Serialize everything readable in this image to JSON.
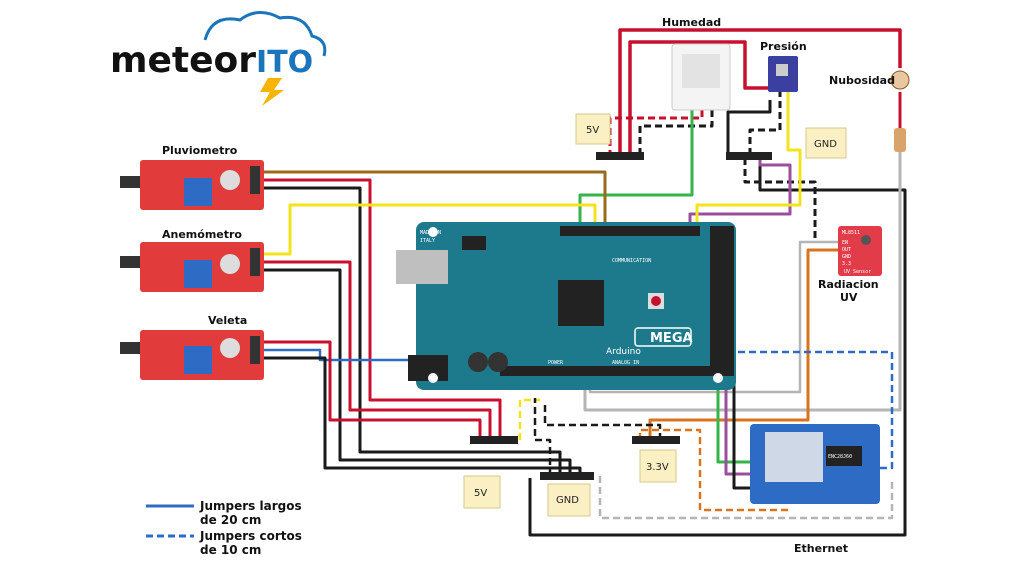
{
  "logo": {
    "text_main": "meteor",
    "text_accent": "ITO",
    "colors": {
      "main": "#111111",
      "accent": "#1b75bc",
      "bolt": "#f7b500"
    }
  },
  "sensors": {
    "pluviometro": "Pluviometro",
    "anemometro": "Anemómetro",
    "veleta": "Veleta",
    "humedad": "Humedad",
    "presion": "Presión",
    "nubosidad": "Nubosidad",
    "radiacion_line1": "Radiacion",
    "radiacion_line2": "UV"
  },
  "boards": {
    "arduino_brand": "Arduino",
    "arduino_model": "MEGA",
    "made_in_line1": "MADE IN",
    "made_in_line2": "ITALY",
    "communication": "COMMUNICATION",
    "power": "POWER",
    "analog_in": "ANALOG IN",
    "uv_chip": "ML8511",
    "uv_pins": [
      "EN",
      "OUT",
      "GND",
      "3.3"
    ],
    "uv_caption": "UV Sensor",
    "ethernet_chip": "ENC28J60"
  },
  "tags": {
    "v5_top": "5V",
    "gnd_top": "GND",
    "v33": "3.3V",
    "v5_bottom": "5V",
    "gnd_bottom": "GND"
  },
  "bottom_label": "Ethernet",
  "legend": {
    "long_line1": "Jumpers largos",
    "long_line2": "de 20 cm",
    "short_line1": "Jumpers cortos",
    "short_line2": "de 10 cm"
  },
  "colors": {
    "wire_red": "#c8102e",
    "wire_black": "#1a1a1a",
    "wire_brown": "#9a6a1c",
    "wire_yellow": "#f2e31b",
    "wire_green": "#36b34a",
    "wire_purple": "#9b4f9b",
    "wire_orange": "#d8731f",
    "wire_grey": "#b5b5b5",
    "wire_blue": "#2d6bc4",
    "board_teal": "#1d7a8c",
    "sensor_red": "#e23b3b",
    "tag_yellow": "#fbf0c4"
  }
}
